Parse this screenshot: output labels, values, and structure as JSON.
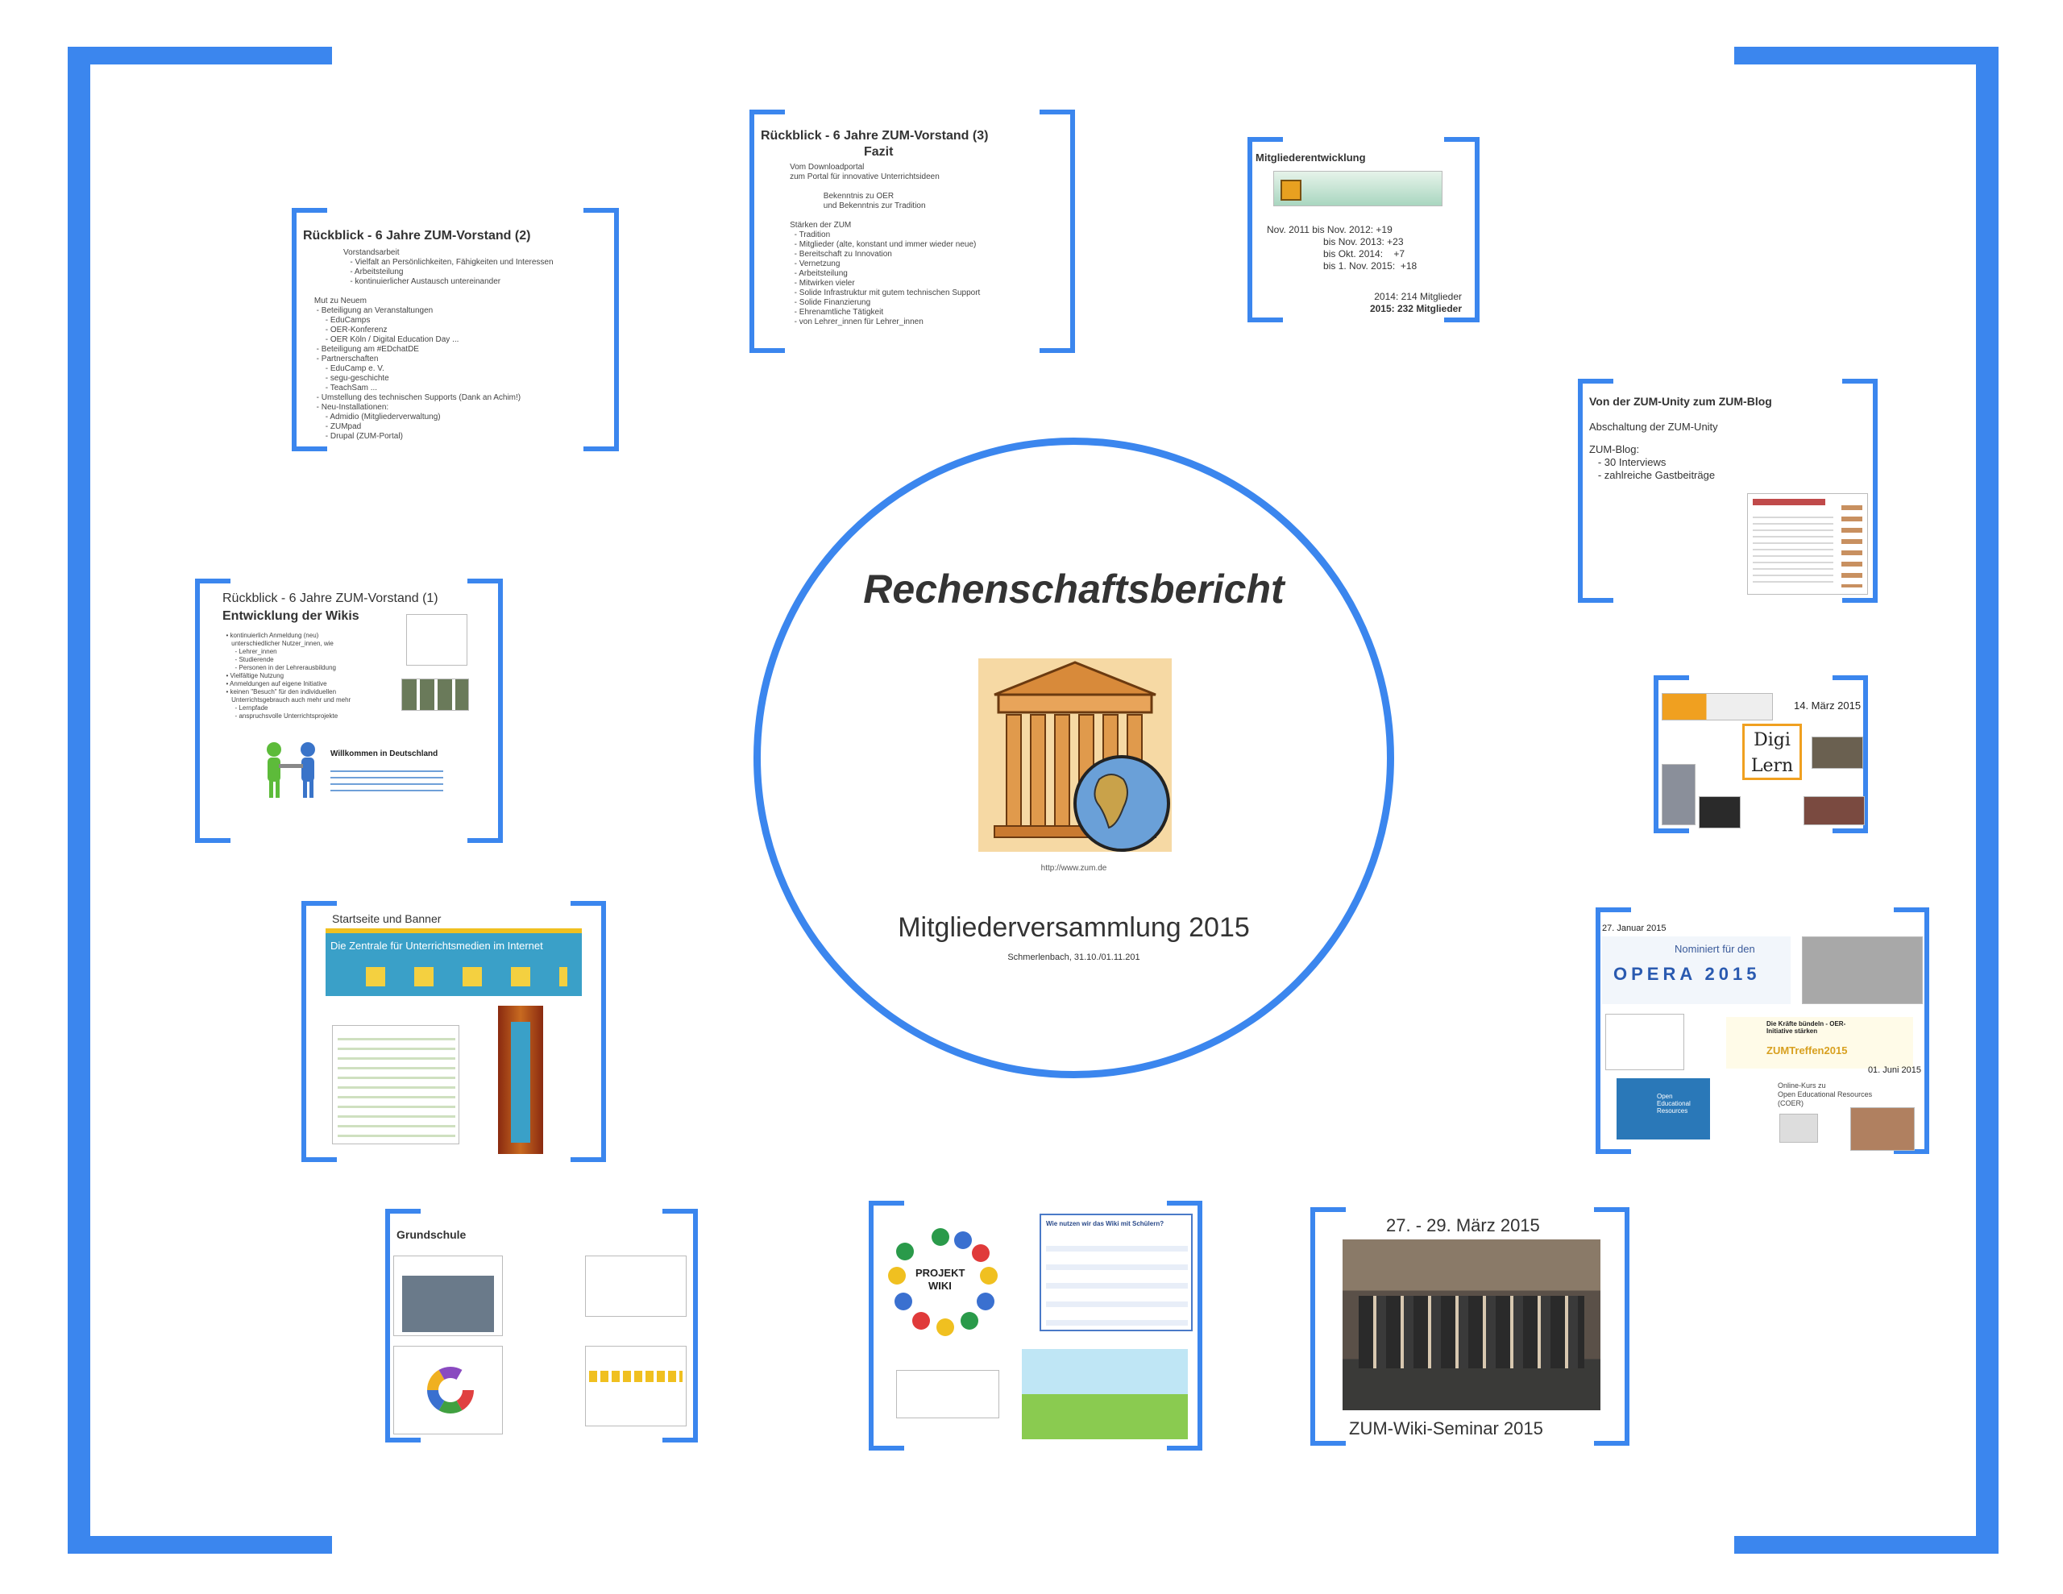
{
  "center": {
    "title": "Rechenschaftsbericht",
    "image_caption": "http://www.zum.de",
    "subtitle": "Mitgliederversammlung 2015",
    "place_date": "Schmerlenbach, 31.10./01.11.201"
  },
  "frames": {
    "rueckblick2": {
      "title": "Rückblick - 6 Jahre ZUM-Vorstand (2)",
      "body": "                  Vorstandsarbeit\n                     - Vielfalt an Persönlichkeiten, Fähigkeiten und Interessen\n                     - Arbeitsteilung\n                     - kontinuierlicher Austausch untereinander\n\n     Mut zu Neuem\n      - Beteiligung an Veranstaltungen\n          - EduCamps\n          - OER-Konferenz\n          - OER Köln / Digital Education Day ...\n      - Beteiligung am #EDchatDE\n      - Partnerschaften\n          - EduCamp e. V.\n          - segu-geschichte\n          - TeachSam ...\n      - Umstellung des technischen Supports (Dank an Achim!)\n      - Neu-Installationen:\n          - Admidio (Mitgliederverwaltung)\n          - ZUMpad\n          - Drupal (ZUM-Portal)"
    },
    "rueckblick3": {
      "title": "Rückblick - 6 Jahre ZUM-Vorstand (3)",
      "subtitle": "Fazit",
      "body": "             Vom Downloadportal\n             zum Portal für innovative Unterrichtsideen\n\n                            Bekenntnis zu OER\n                            und Bekenntnis zur Tradition\n\n             Stärken der ZUM\n               - Tradition\n               - Mitglieder (alte, konstant und immer wieder neue)\n               - Bereitschaft zu Innovation\n               - Vernetzung\n               - Arbeitsteilung\n               - Mitwirken vieler\n               - Solide Infrastruktur mit gutem technischen Support\n               - Solide Finanzierung\n               - Ehrenamtliche Tätigkeit\n               - von Lehrer_innen für Lehrer_innen"
    },
    "mitglieder": {
      "title": "Mitgliederentwicklung",
      "body": "Nov. 2011 bis Nov. 2012: +19\n                     bis Nov. 2013: +23\n                     bis Okt. 2014:    +7\n                     bis 1. Nov. 2015:  +18",
      "count2014": "2014: 214 Mitglieder",
      "count2015": "2015: 232 Mitglieder"
    },
    "blog": {
      "title": "Von der ZUM-Unity zum ZUM-Blog",
      "line1": "Abschaltung der ZUM-Unity",
      "body": "ZUM-Blog:\n   - 30 Interviews\n   - zahlreiche Gastbeiträge"
    },
    "rueckblick1": {
      "title": "Rückblick - 6 Jahre ZUM-Vorstand (1)",
      "subtitle": "Entwicklung der Wikis",
      "body": "  • kontinuierlich Anmeldung (neu)\n     unterschiedlicher Nutzer_innen, wie\n       - Lehrer_innen\n       - Studierende\n       - Personen in der Lehrerausbildung\n  • Vielfältige Nutzung\n  • Anmeldungen auf eigene Initiative\n  • keinen \"Besuch\" für den individuellen\n     Unterrichtsgebrauch auch mehr und mehr\n       - Lernpfade\n       - anspruchsvolle Unterrichtsprojekte",
      "welcome": "Willkommen in Deutschland"
    },
    "digilern": {
      "date": "14. März 2015",
      "logo": "Digi Lern"
    },
    "startseite": {
      "title": "Startseite und Banner",
      "banner": "Die Zentrale für Unterrichtsmedien im Internet"
    },
    "opera": {
      "date1": "27. Januar 2015",
      "nominated": "Nominiert für den",
      "opera": "OPERA 2015",
      "kraefte": "Die Kräfte bündeln - OER-Initiative stärken",
      "zumtreffen": "ZUMTreffen2015",
      "date2": "01. Juni 2015",
      "coer": "Online-Kurs zu\nOpen Educational Resources\n(COER)",
      "oer_logo": "Open Educational Resources"
    },
    "grundschule": {
      "title": "Grundschule"
    },
    "projektwiki": {
      "logo_line1": "PROJEKT",
      "logo_line2": "WIKI",
      "box_title": "Wie nutzen wir das Wiki mit Schülern?"
    },
    "seminar": {
      "date": "27. - 29. März 2015",
      "caption": "ZUM-Wiki-Seminar 2015"
    }
  }
}
